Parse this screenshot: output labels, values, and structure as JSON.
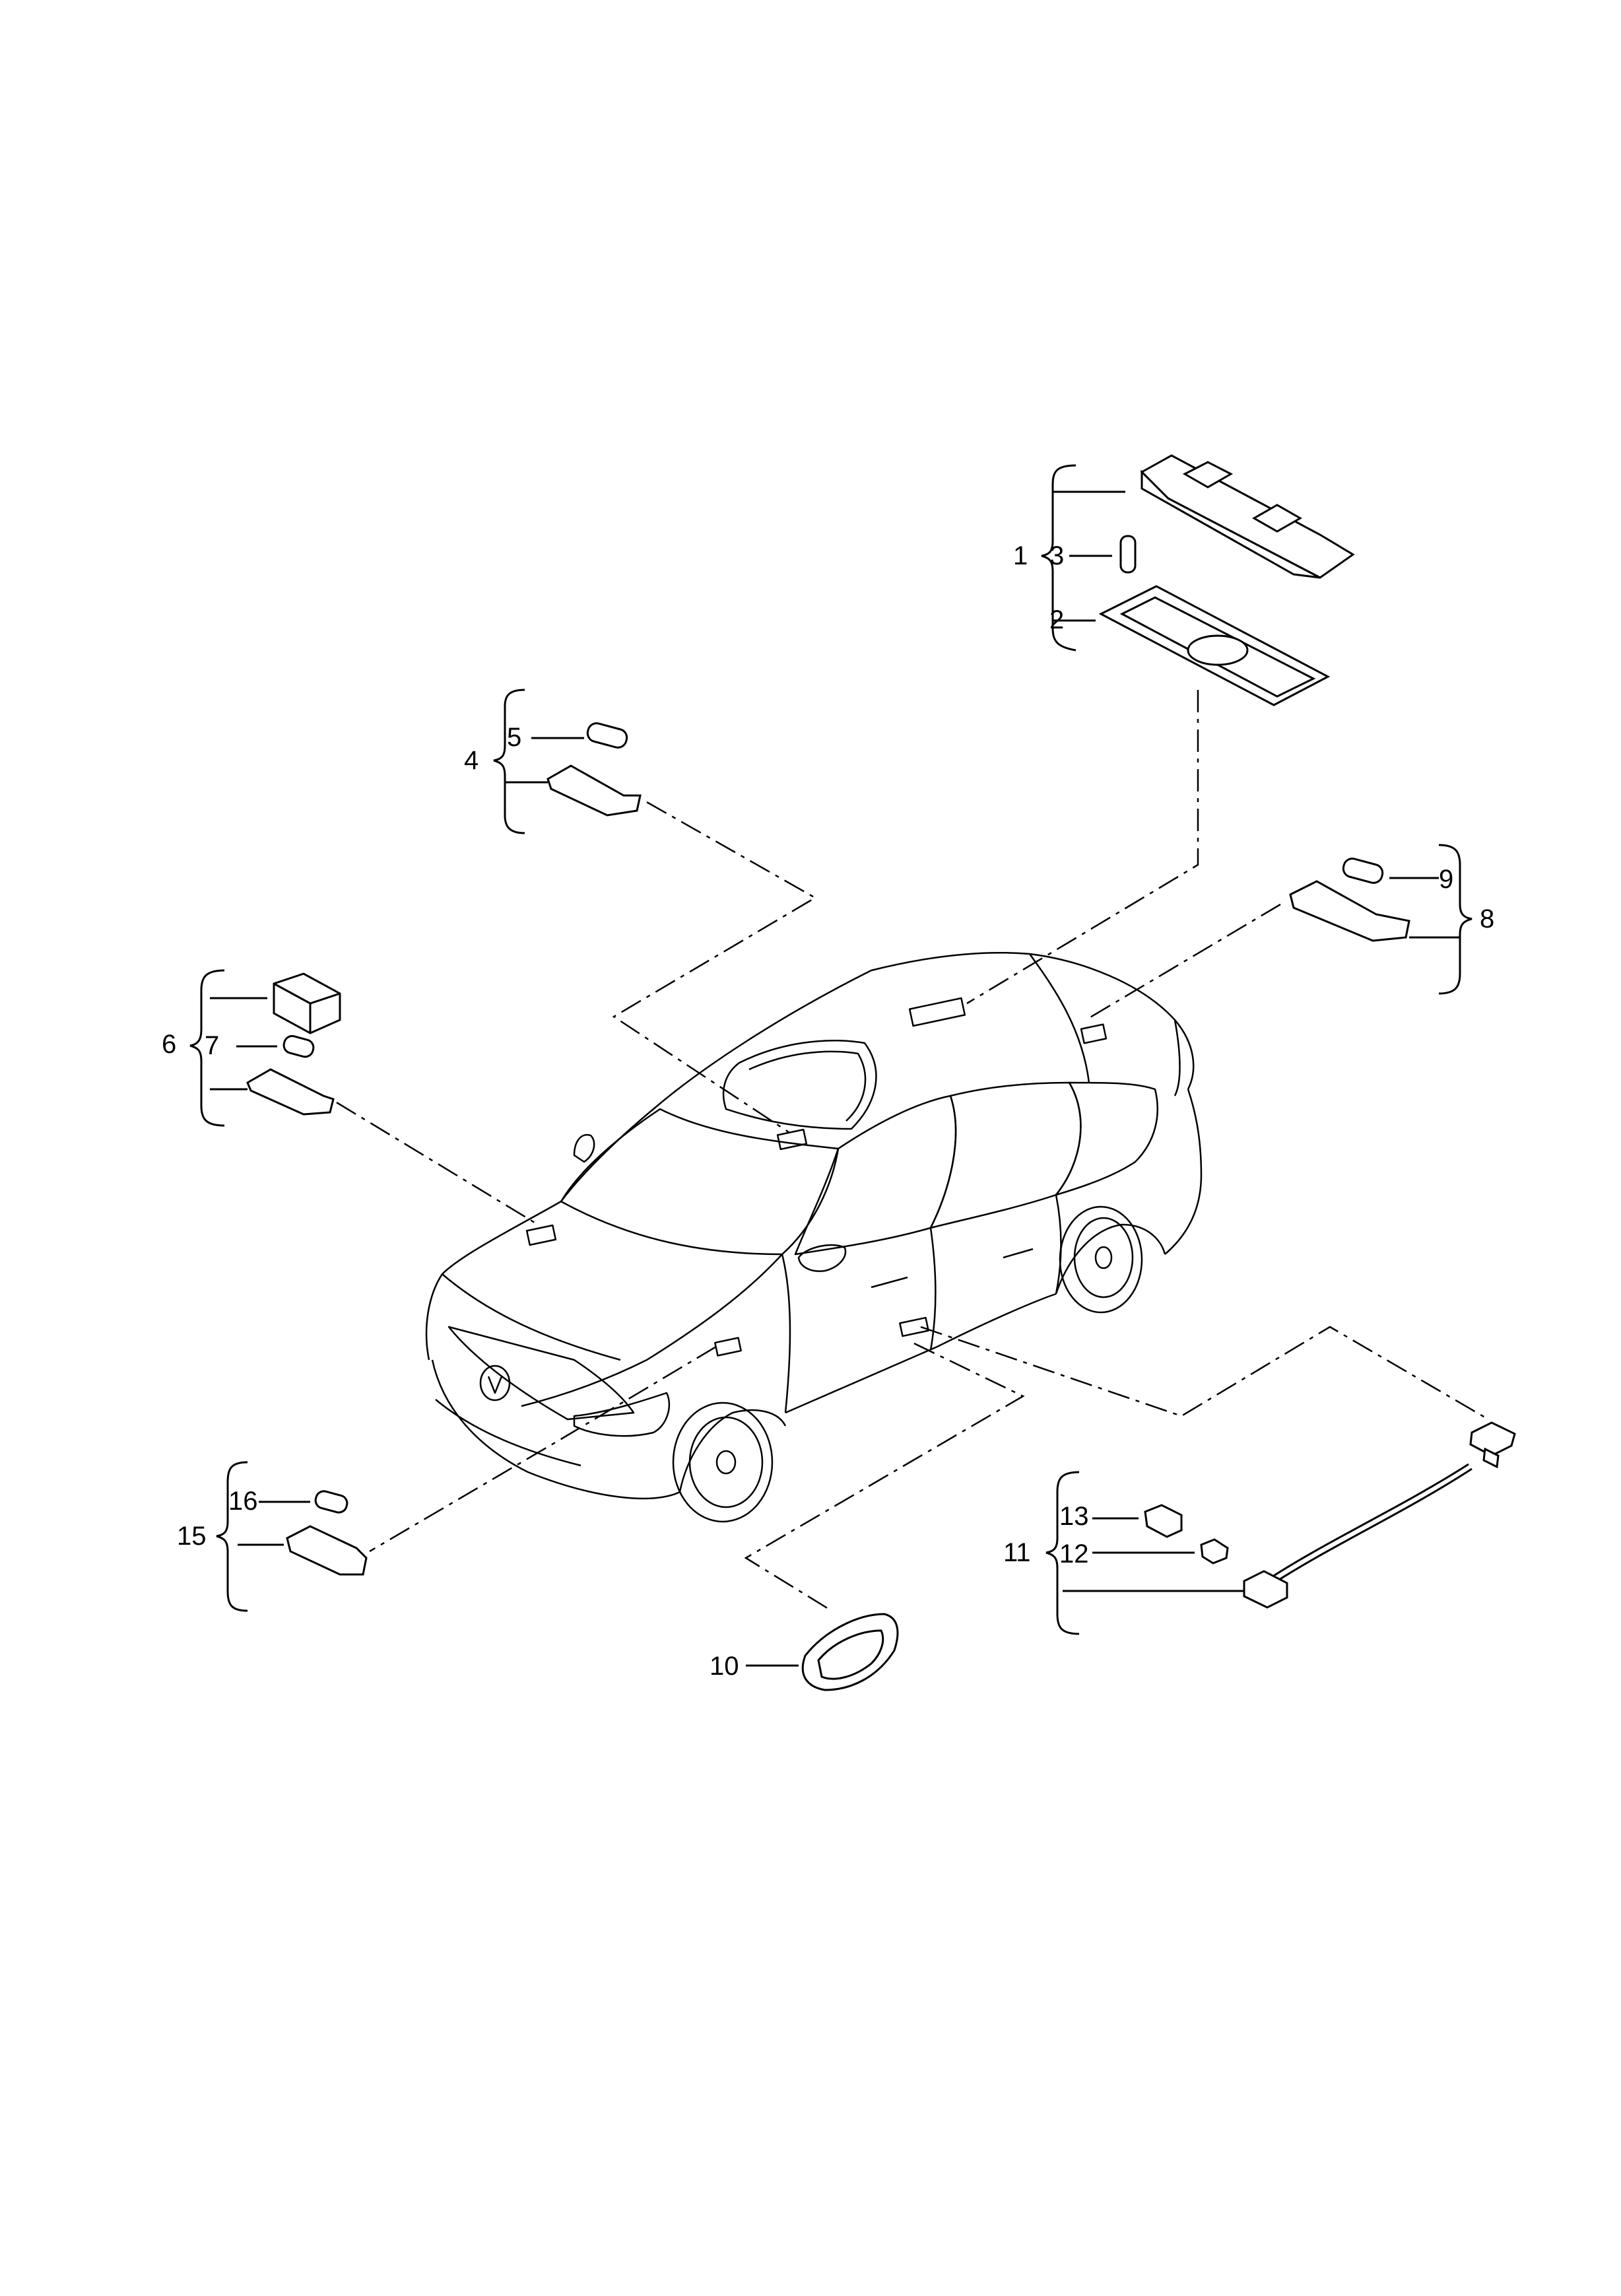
{
  "callouts": {
    "c1": "1",
    "c2": "2",
    "c3": "3",
    "c4": "4",
    "c5": "5",
    "c6": "6",
    "c7": "7",
    "c8": "8",
    "c9": "9",
    "c10": "10",
    "c11": "11",
    "c12": "12",
    "c13": "13",
    "c15": "15",
    "c16": "16"
  }
}
